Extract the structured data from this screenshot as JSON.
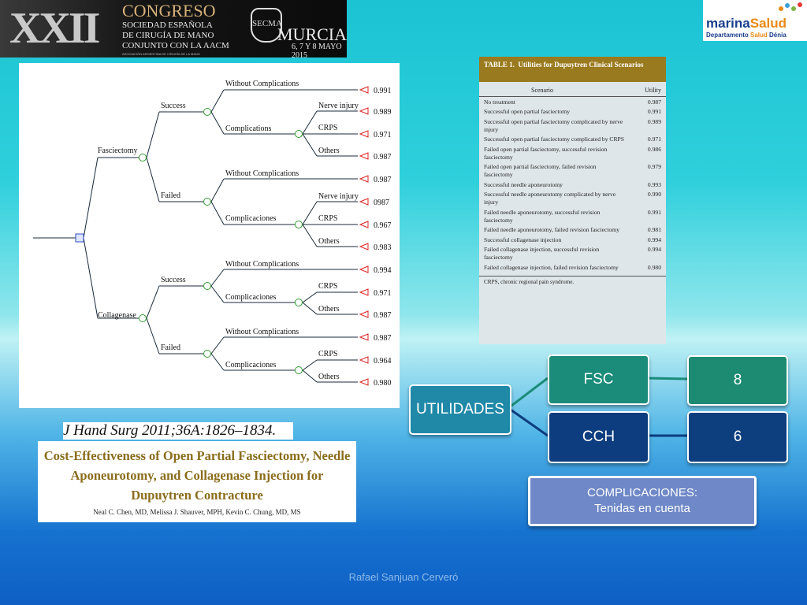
{
  "banner": {
    "roman": "XXII",
    "congreso": "CONGRESO",
    "line1": "SOCIEDAD ESPAÑOLA",
    "line2": "DE CIRUGÍA DE MANO",
    "line3": "CONJUNTO CON LA AACM",
    "line4": "ASOCIACIÓN ARGENTINA DE CIRUGÍA DE LA MANO",
    "secma": "SECMA",
    "city": "MURCIA",
    "dates": "6, 7 Y 8 MAYO 2015"
  },
  "logo": {
    "name_a": "marina",
    "name_b": "Salud",
    "sub_a": "Departamento ",
    "sub_b": "Salud",
    "sub_c": " Dénia",
    "color_a": "#1b3f8e",
    "color_b": "#e98a16"
  },
  "tree": {
    "branches": [
      "Fasciectomy",
      "Collagenase"
    ],
    "outcomes": [
      "Success",
      "Failed",
      "Success",
      "Failed"
    ],
    "sub": {
      "without": "Without Complications",
      "complications": "Complications",
      "complicaciones": "Complicaciones",
      "nerve": "Nerve injury",
      "crps": "CRPS",
      "others": "Others"
    },
    "values": [
      "0.991",
      "0.989",
      "0.971",
      "0.987",
      "0.987",
      "0987",
      "0.967",
      "0.983",
      "0.994",
      "0.971",
      "0.987",
      "0.987",
      "0.964",
      "0.980"
    ]
  },
  "citation": {
    "journal": "J Hand Surg 2011;36A:1826–1834.",
    "title_l1": "Cost-Effectiveness of Open Partial Fasciectomy, Needle",
    "title_l2": "Aponeurotomy, and Collagenase Injection for",
    "title_l3": "Dupuytren Contracture",
    "authors": "Neal C. Chen, MD, Melissa J. Shauver, MPH, Kevin C. Chung, MD, MS"
  },
  "table1": {
    "caption_bold": "TABLE 1.",
    "caption_rest": "Utilities for Dupuytren Clinical Scenarios",
    "col_scenario": "Scenario",
    "col_utility": "Utility",
    "rows": [
      {
        "s": "No treatment",
        "u": "0.987"
      },
      {
        "s": "Successful open partial fasciectomy",
        "u": "0.991"
      },
      {
        "s": "Successful open partial fasciectomy complicated by nerve injury",
        "u": "0.989"
      },
      {
        "s": "Successful open partial fasciectomy complicated by CRPS",
        "u": "0.971"
      },
      {
        "s": "Failed open partial fasciectomy, successful revision fasciectomy",
        "u": "0.986"
      },
      {
        "s": "Failed open partial fasciectomy, failed revision fasciectomy",
        "u": "0.979"
      },
      {
        "s": "Successful needle aponeurotomy",
        "u": "0.993"
      },
      {
        "s": "Successful needle aponeurotomy complicated by nerve injury",
        "u": "0.990"
      },
      {
        "s": "Failed needle aponeurotomy, successful revision fasciectomy",
        "u": "0.991"
      },
      {
        "s": "Failed needle aponeurotomy, failed revision fasciectomy",
        "u": "0.981"
      },
      {
        "s": "Successful collagenase injection",
        "u": "0.994"
      },
      {
        "s": "Failed collagenase injection, successful revision fasciectomy",
        "u": "0.994"
      },
      {
        "s": "Failed collagenase injection, failed revision fasciectomy",
        "u": "0.980"
      }
    ],
    "footnote": "CRPS, chronic regional pain syndrome."
  },
  "smartart": {
    "root": "UTILIDADES",
    "fsc": "FSC",
    "cch": "CCH",
    "fsc_value": "8",
    "cch_value": "6"
  },
  "complicaciones": {
    "line1": "COMPLICACIONES:",
    "line2": "Tenidas en cuenta"
  },
  "footer": "Rafael Sanjuan Cerveró"
}
